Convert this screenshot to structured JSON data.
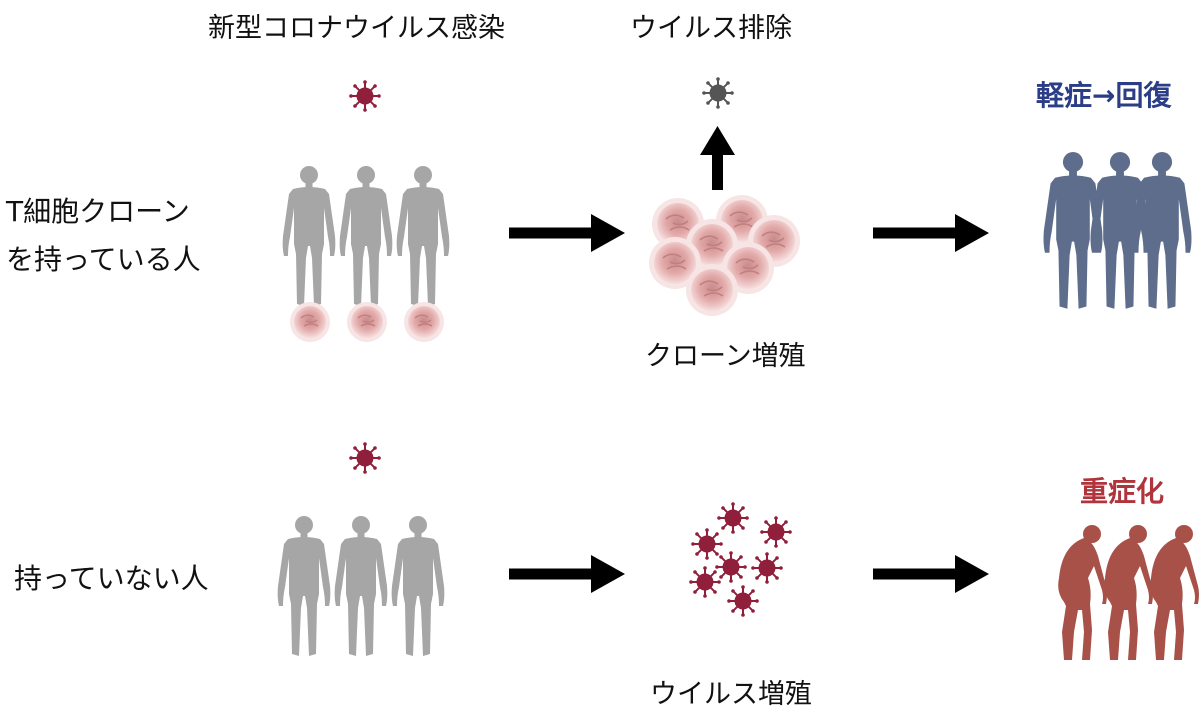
{
  "headers": {
    "infection": "新型コロナウイルス感染",
    "elimination": "ウイルス排除"
  },
  "rows": {
    "with_clone": {
      "line1": "T細胞クローン",
      "line2": "を持っている人"
    },
    "without_clone": {
      "label": "持っていない人"
    }
  },
  "captions": {
    "clone_proliferation": "クローン増殖",
    "virus_proliferation": "ウイルス増殖"
  },
  "outcomes": {
    "mild": {
      "label": "軽症→回復",
      "color": "#2a3d86"
    },
    "severe": {
      "label": "重症化",
      "color": "#b0343b"
    }
  },
  "colors": {
    "person": "#a6a6a6",
    "recovered_person": "#5e6d8c",
    "severe_person": "#a85148",
    "virus": "#8f1f3a",
    "cleared_virus": "#555555",
    "t_cell": "#e2aaaa",
    "arrow": "#000000"
  }
}
